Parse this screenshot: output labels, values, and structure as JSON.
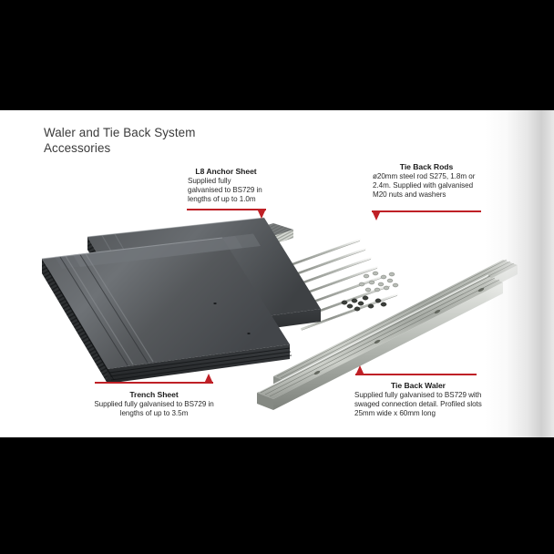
{
  "page": {
    "title_line1": "Waler and Tie Back System",
    "title_line2": "Accessories",
    "accent_color": "#bf2026",
    "page_background": "#ffffff",
    "letterbox_color": "#000000",
    "body_text_color": "#2b2b2b"
  },
  "callouts": [
    {
      "id": "l8-anchor-sheet",
      "heading": "L8 Anchor Sheet",
      "body": "Supplied fully galvanised to BS729 in lengths of up to 1.0m",
      "leader": {
        "head": "triangle-down",
        "head_side": "right"
      }
    },
    {
      "id": "tie-back-rods",
      "heading": "Tie Back Rods",
      "body": "ø20mm steel rod S275, 1.8m or 2.4m. Supplied with galvanised M20 nuts and washers",
      "leader": {
        "head": "triangle-down",
        "head_side": "left"
      }
    },
    {
      "id": "trench-sheet",
      "heading": "Trench Sheet",
      "body": "Supplied fully galvanised to BS729 in lengths of up to 3.5m",
      "leader": {
        "head": "triangle-up",
        "head_side": "right"
      }
    },
    {
      "id": "tie-back-waler",
      "heading": "Tie Back Waler",
      "body": "Supplied fully galvanised to BS729 with swaged connection detail. Profiled slots 25mm wide x 60mm long",
      "leader": {
        "head": "triangle-up",
        "head_side": "left"
      }
    }
  ],
  "illustration": {
    "name": "isometric-product-group",
    "items": [
      "trench-sheet-stack",
      "l8-anchor-sheet-bundle",
      "tie-back-rods",
      "nuts-and-washers",
      "tie-back-waler-channels"
    ]
  }
}
